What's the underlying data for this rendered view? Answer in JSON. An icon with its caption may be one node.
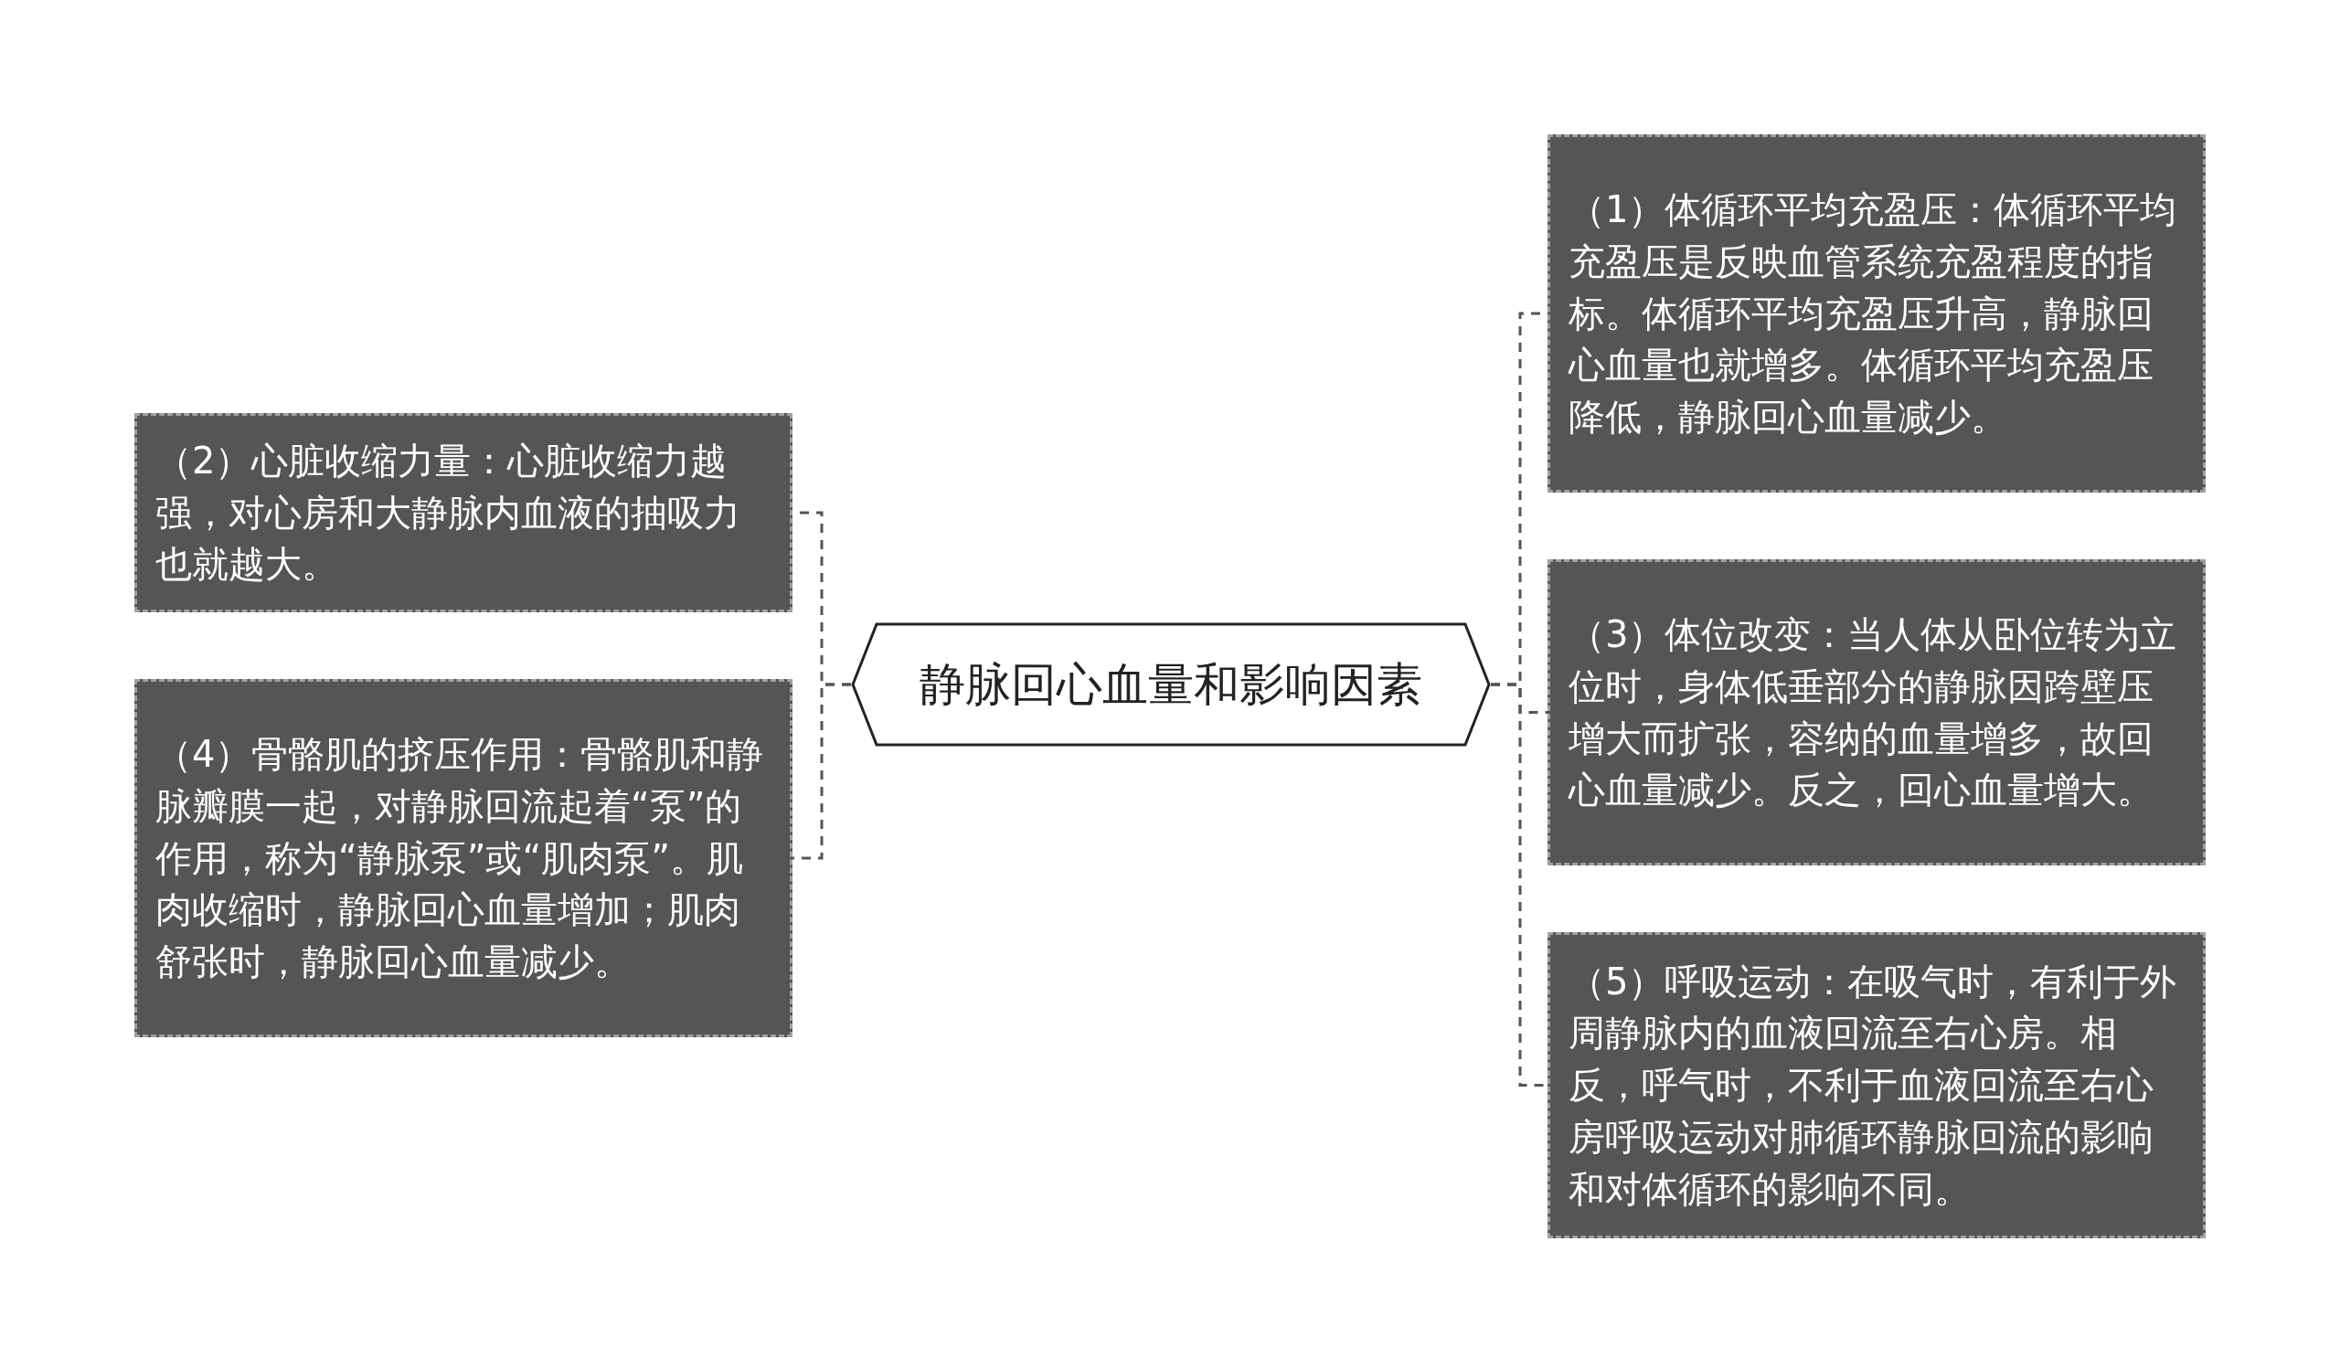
{
  "diagram": {
    "nodes": [
      {
        "text": [
          "静脉回心血量和影响因素"
        ]
      },
      {
        "text": [
          "（1）体循环平均充盈压：体循环平均充盈压是反映血管系统充盈程度的指标。体循环平均充盈压升高，静脉回心血量也就增多。体循环平均充盈压降低，静脉回心血量减少。"
        ]
      },
      {
        "text": [
          "（2）心脏收缩力量：心脏收缩力越强，对心房和大静脉内血液的抽吸力也就越大。"
        ]
      },
      {
        "text": [
          "（3）体位改变：当人体从卧位转为立位时，身体低垂部分的静脉因跨壁压增大而扩张，容纳的血量增多，故回心血量减少。反之，回心血量增大。"
        ]
      },
      {
        "text": [
          "（4）骨骼肌的挤压作用：骨骼肌和静脉瓣膜一起，对静脉回流起着“泵”的作用，称为“静脉泵”或“肌肉泵”。肌肉收缩时，静脉回心血量增加；肌肉舒张时，静脉回心血量减少。"
        ]
      },
      {
        "text": [
          "（5）呼吸运动：在吸气时，有利于外周静脉内的血液回流至右心房。相反，呼气时，不利于血液回流至右心房呼吸运动对肺循环静脉回流的影响和对体循环的影响不同。"
        ]
      }
    ],
    "edges": [
      {
        "from": 0,
        "to": 1,
        "arrow": "none",
        "style": "dashed"
      },
      {
        "from": 0,
        "to": 2,
        "arrow": "none",
        "style": "dashed"
      },
      {
        "from": 0,
        "to": 3,
        "arrow": "none",
        "style": "dashed"
      },
      {
        "from": 0,
        "to": 4,
        "arrow": "none",
        "style": "dashed"
      },
      {
        "from": 0,
        "to": 5,
        "arrow": "none",
        "style": "dashed"
      }
    ]
  }
}
